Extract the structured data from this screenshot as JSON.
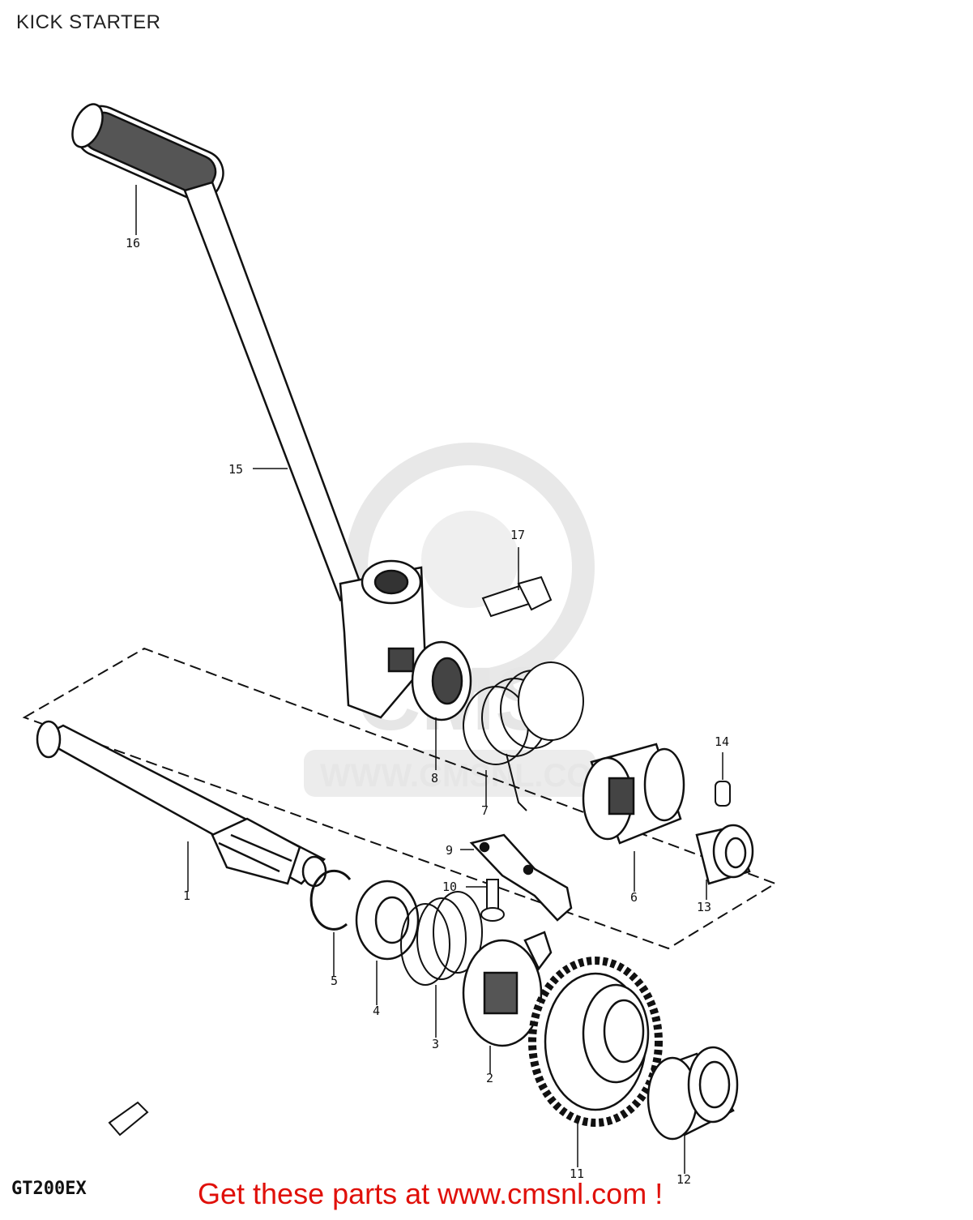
{
  "title": "KICK STARTER",
  "model_code": "GT200EX",
  "promo": "Get these parts at www.cmsnl.com !",
  "watermark": {
    "logo_text": "CMS",
    "url_text": "WWW.CMSNL.COM"
  },
  "colors": {
    "line": "#111111",
    "promo": "#e0100a",
    "watermark": "#e6e6e6"
  },
  "callouts": [
    {
      "id": "1",
      "label": "1"
    },
    {
      "id": "2",
      "label": "2"
    },
    {
      "id": "3",
      "label": "3"
    },
    {
      "id": "4",
      "label": "4"
    },
    {
      "id": "5",
      "label": "5"
    },
    {
      "id": "6",
      "label": "6"
    },
    {
      "id": "7",
      "label": "7"
    },
    {
      "id": "8",
      "label": "8"
    },
    {
      "id": "9",
      "label": "9"
    },
    {
      "id": "10",
      "label": "10"
    },
    {
      "id": "11",
      "label": "11"
    },
    {
      "id": "12",
      "label": "12"
    },
    {
      "id": "13",
      "label": "13"
    },
    {
      "id": "14",
      "label": "14"
    },
    {
      "id": "15",
      "label": "15"
    },
    {
      "id": "16",
      "label": "16"
    },
    {
      "id": "17",
      "label": "17"
    }
  ]
}
